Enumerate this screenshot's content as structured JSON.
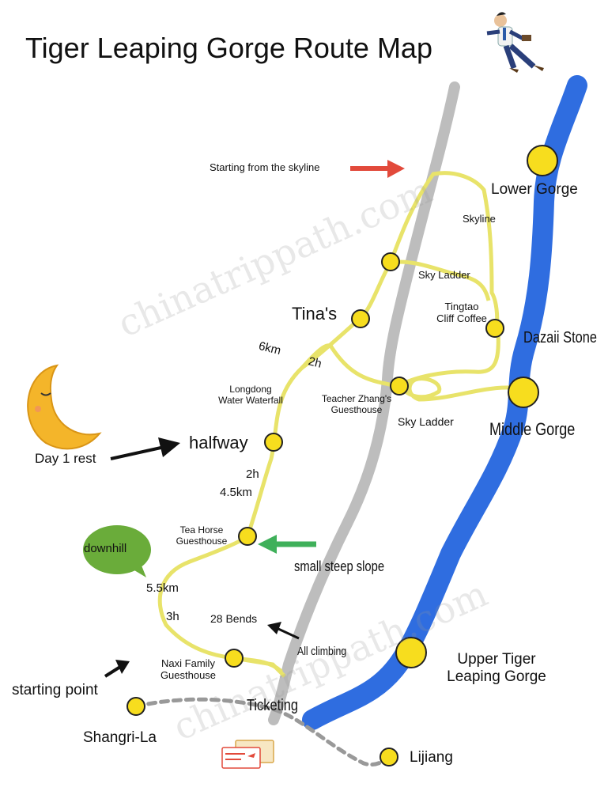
{
  "title": "Tiger Leaping Gorge Route Map",
  "watermark": "chinatrippath.com",
  "colors": {
    "river": "#2f6de0",
    "road": "#bdbdbd",
    "trail": "#e8e36a",
    "stop": "#f7dd1e",
    "speech_bubble": "#6aac3a",
    "arrow_red": "#e24a3b",
    "arrow_green": "#3fb05a",
    "arrow_black": "#111111"
  },
  "icons": [
    "running-businessman-icon",
    "sleeping-moon-icon",
    "speech-bubble-icon",
    "ticket-icon"
  ],
  "labels": {
    "skyline_start": "Starting from the  skyline",
    "lower_gorge": "Lower Gorge",
    "skyline": "Skyline",
    "sky_ladder_top": "Sky Ladder",
    "tinas": "Tina's",
    "tingtao_line1": "Tingtao",
    "tingtao_line2": "Cliff Coffee",
    "dazai_stone": "Dazaii Stone",
    "six_km": "6km",
    "two_h_top": "2h",
    "longdong_line1": "Longdong",
    "longdong_line2": "Water Waterfall",
    "teacher_zhang_line1": "Teacher Zhang's",
    "teacher_zhang_line2": "Guesthouse",
    "sky_ladder_bottom": "Sky Ladder",
    "middle_gorge": "Middle Gorge",
    "day1_rest": "Day 1 rest",
    "halfway": "halfway",
    "two_h_mid": "2h",
    "four_five_km": "4.5km",
    "tea_horse_line1": "Tea Horse",
    "tea_horse_line2": "Guesthouse",
    "downhill": "downhill",
    "small_steep": "small steep slope",
    "five_five_km": "5.5km",
    "three_h": "3h",
    "bends": "28 Bends",
    "all_climbing": "All climbing",
    "upper_line1": "Upper Tiger",
    "upper_line2": "Leaping Gorge",
    "naxi_line1": "Naxi Family",
    "naxi_line2": "Guesthouse",
    "starting_point": "starting point",
    "ticketing": "Ticketing",
    "shangrila": "Shangri-La",
    "lijiang": "Lijiang"
  }
}
